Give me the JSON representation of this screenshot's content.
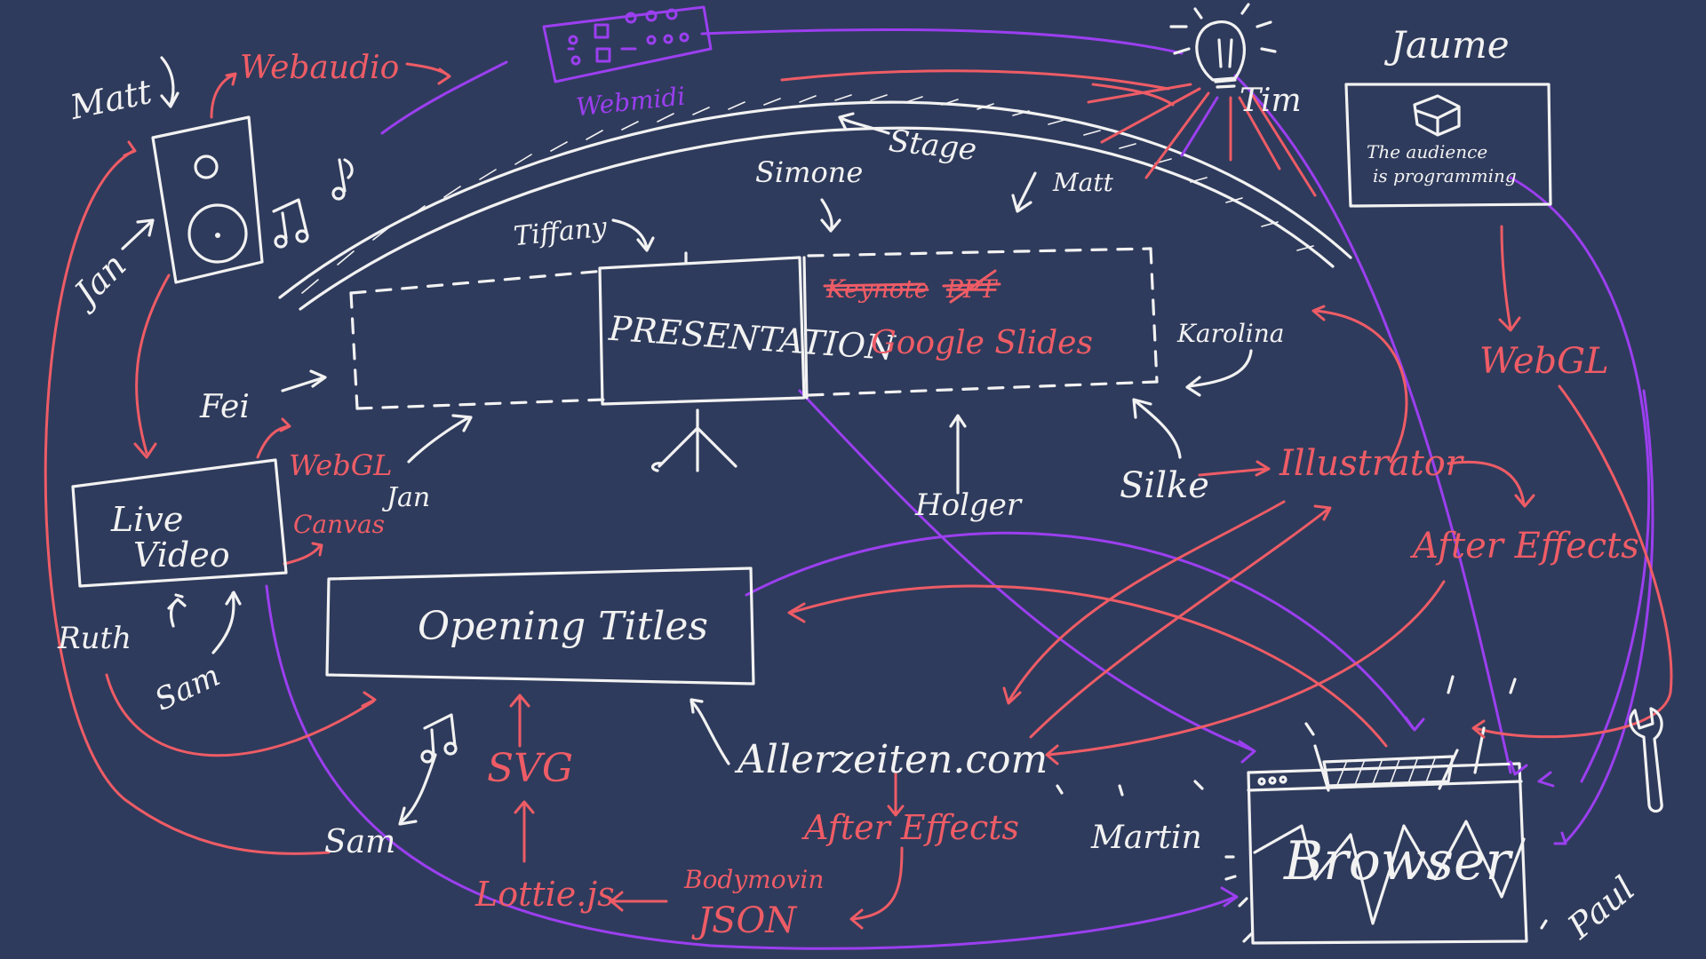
{
  "colors": {
    "background": "#2f3b5c",
    "ink_white": "#f2f2f2",
    "ink_red": "#ee5c66",
    "ink_purple": "#9b3ff0"
  },
  "nodes": {
    "presentation": "PRESENTATION",
    "stage": "Stage",
    "opening_titles": "Opening Titles",
    "live_video": [
      "Live",
      "Video"
    ],
    "audience_box": [
      "The audience",
      "is programming"
    ],
    "browser": "Browser",
    "allerzeiten": "Allerzeiten.com",
    "webmidi": "Webmidi"
  },
  "people": {
    "matt_top": "Matt",
    "matt_stage": "Matt",
    "jan_left": "Jan",
    "jan_center": "Jan",
    "tim": "Tim",
    "jaume": "Jaume",
    "simone": "Simone",
    "tiffany": "Tiffany",
    "fei": "Fei",
    "karolina": "Karolina",
    "holger": "Holger",
    "silke": "Silke",
    "ruth": "Ruth",
    "sam_left": "Sam",
    "sam_bottom": "Sam",
    "martin": "Martin",
    "paul": "Paul"
  },
  "tech": {
    "webaudio": "Webaudio",
    "webgl_live": "WebGL",
    "canvas": "Canvas",
    "keynote": "Keynote",
    "ppt": "PPT",
    "google_slides": "Google Slides",
    "illustrator": "Illustrator",
    "after_effects_right": "After Effects",
    "webgl_right": "WebGL",
    "svg": "SVG",
    "lottie": "Lottie.js",
    "after_effects_bottom": "After Effects",
    "bodymovin": [
      "Bodymovin",
      "JSON"
    ]
  }
}
